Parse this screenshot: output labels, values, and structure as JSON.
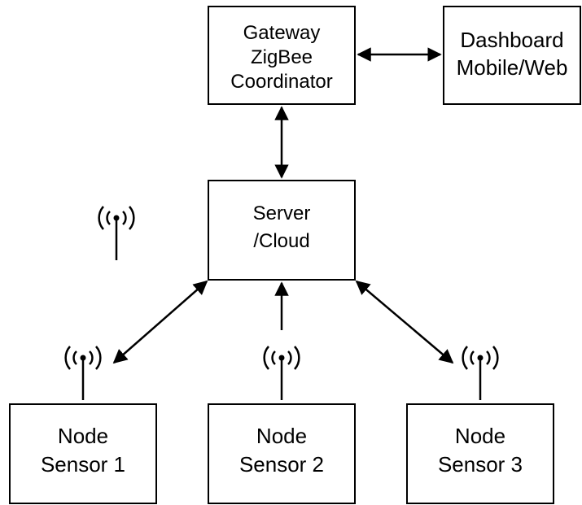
{
  "nodes": {
    "gateway": {
      "lines": [
        "Gateway",
        "ZigBee",
        "Coordinator"
      ]
    },
    "dashboard": {
      "lines": [
        "Dashboard",
        "Mobile/Web"
      ]
    },
    "server": {
      "lines": [
        "Server",
        "/Cloud"
      ]
    },
    "sensor1": {
      "lines": [
        "Node",
        "Sensor 1"
      ]
    },
    "sensor2": {
      "lines": [
        "Node",
        "Sensor 2"
      ]
    },
    "sensor3": {
      "lines": [
        "Node",
        "Sensor 3"
      ]
    }
  },
  "connections": [
    {
      "from": "gateway",
      "to": "dashboard",
      "direction": "bidirectional"
    },
    {
      "from": "gateway",
      "to": "server",
      "direction": "bidirectional"
    },
    {
      "from": "server",
      "to": "sensor1",
      "direction": "bidirectional"
    },
    {
      "from": "sensor2",
      "to": "server",
      "direction": "one-way"
    },
    {
      "from": "server",
      "to": "sensor3",
      "direction": "bidirectional"
    }
  ],
  "icons": [
    "antenna-icon",
    "antenna-icon",
    "antenna-icon",
    "antenna-icon"
  ]
}
